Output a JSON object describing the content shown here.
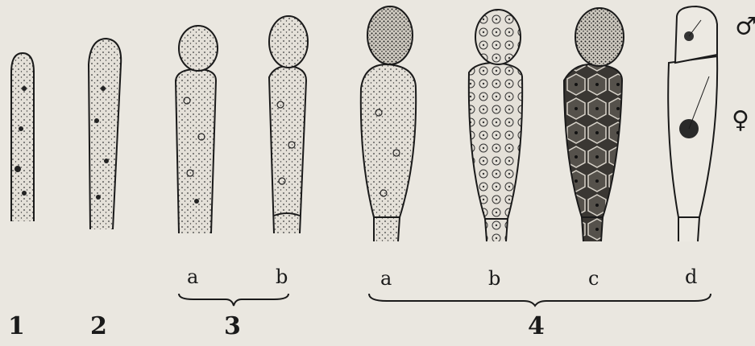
{
  "figure": {
    "numbers": [
      "1",
      "2",
      "3",
      "4"
    ],
    "group3_labels": [
      "a",
      "b"
    ],
    "group4_labels": [
      "a",
      "b",
      "c",
      "d"
    ],
    "symbols": {
      "male": "♂",
      "female": "♀"
    }
  },
  "colors": {
    "ink": "#1a1a1a",
    "paper": "#eae7e0"
  }
}
